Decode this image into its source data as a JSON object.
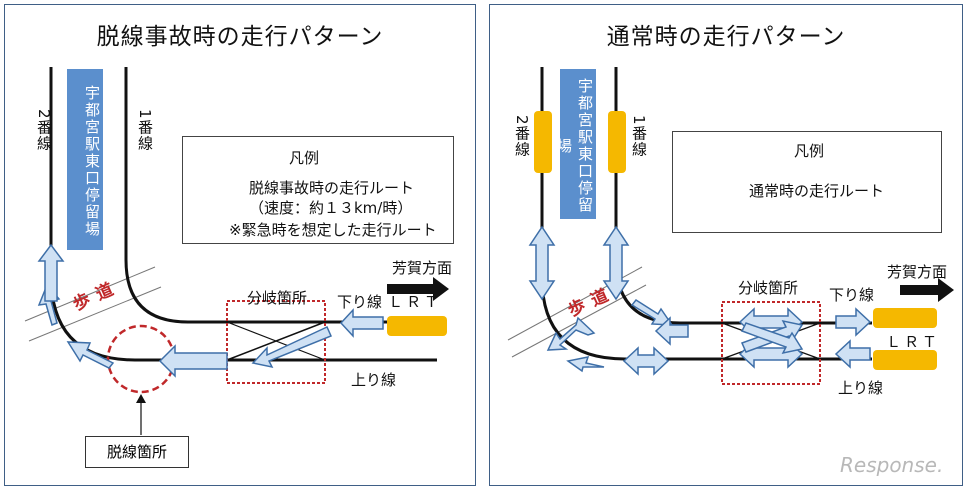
{
  "left": {
    "title": "脱線事故時の走行パターン",
    "station": "宇都宮駅東口停留場",
    "track2": "2番線",
    "track1": "1番線",
    "legend_title": "凡例",
    "legend_line1": "脱線事故時の走行ルート",
    "legend_line2": "（速度：約１３km/時）",
    "legend_note": "※緊急時を想定した走行ルート",
    "direction": "芳賀方面",
    "down_line": "下り線",
    "lrt": "ＬＲＴ",
    "junction": "分岐箇所",
    "up_line": "上り線",
    "sidewalk": "歩道",
    "derail_label": "脱線箇所"
  },
  "right": {
    "title": "通常時の走行パターン",
    "station": "宇都宮駅東口停留場",
    "track2": "2番線",
    "track1": "1番線",
    "legend_title": "凡例",
    "legend_line1": "通常時の走行ルート",
    "direction": "芳賀方面",
    "junction": "分岐箇所",
    "down_line": "下り線",
    "lrt": "ＬＲＴ",
    "up_line": "上り線",
    "sidewalk": "歩道"
  },
  "watermark": "Response."
}
